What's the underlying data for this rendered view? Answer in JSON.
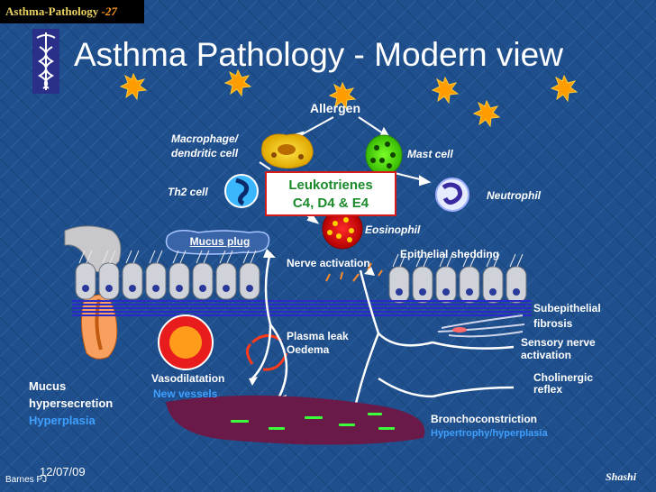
{
  "corner": {
    "label": "Asthma-Pathology",
    "number": "-27"
  },
  "title": "Asthma Pathology - Modern view",
  "allergen": "Allergen",
  "cells": {
    "macrophage": "Macrophage/\ndendritic cell",
    "mast": "Mast cell",
    "th2": "Th2 cell",
    "neutrophil": "Neutrophil",
    "eosinophil": "Eosinophil"
  },
  "leukotrienes": {
    "line1": "Leukotrienes",
    "line2": "C4, D4 & E4"
  },
  "mucus_plug": "Mucus plug",
  "nerve_activation": "Nerve activation",
  "epithelial_shedding": "Epithelial shedding",
  "subepithelial": "Subepithelial\nfibrosis",
  "sensory": "Sensory nerve\nactivation",
  "cholinergic": "Cholinergic\nreflex",
  "plasma": "Plasma leak\nOedema",
  "vasodilatation": "Vasodilatation",
  "new_vessels": "New vessels",
  "mucus_hyper": "Mucus\nhypersecretion",
  "hyperplasia": "Hyperplasia",
  "broncho": "Bronchoconstriction",
  "hypertrophy": "Hypertrophy/hyperplasia",
  "footer": {
    "date": "12/07/09",
    "author": "Barnes PJ",
    "signature": "Shashi"
  },
  "colors": {
    "background": "#1f4f8c",
    "accent_blue": "#3fa0ff",
    "leuko_text": "#1a8a2a",
    "leuko_border": "#d41c1c"
  }
}
